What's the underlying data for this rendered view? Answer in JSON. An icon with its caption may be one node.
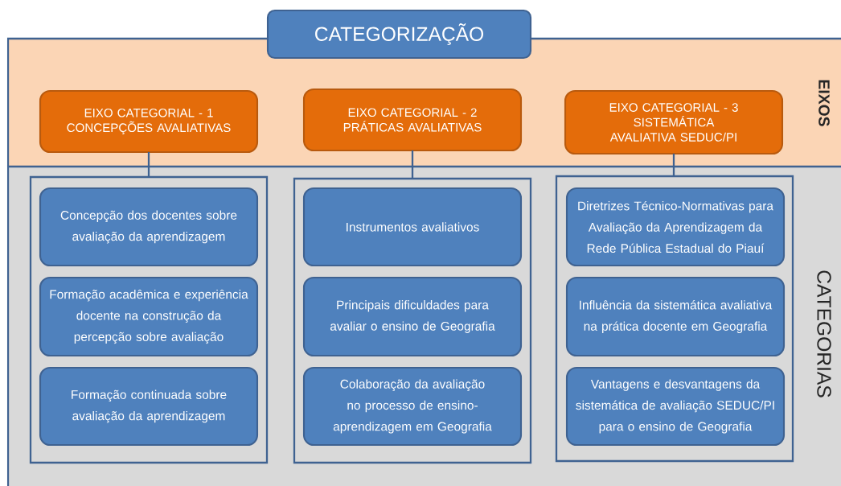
{
  "diagram": {
    "nodes": [
      {
        "text": [
          "CATEGORIZAÇÃO"
        ]
      },
      {
        "text": [
          "EIXOS"
        ]
      },
      {
        "text": [
          "EIXO CATEGORIAL - 1",
          "CONCEPÇÕES AVALIATIVAS"
        ],
        "in": 1
      },
      {
        "text": [
          "EIXO CATEGORIAL - 2",
          "PRÁTICAS AVALIATIVAS"
        ],
        "in": 1
      },
      {
        "text": [
          "EIXO CATEGORIAL - 3",
          "SISTEMÁTICA AVALIATIVA SEDUC/PI"
        ],
        "in": 1
      },
      {
        "text": [
          "CATEGORIAS"
        ]
      },
      {
        "text": [],
        "shape": "box",
        "in": 5
      },
      {
        "text": [
          "Concepção dos docentes sobre avaliação da aprendizagem"
        ],
        "in": 6
      },
      {
        "text": [
          "Formação acadêmica e experiência docente na construção da percepção sobre avaliação"
        ],
        "in": 6
      },
      {
        "text": [
          "Formação continuada sobre avaliação da aprendizagem"
        ],
        "in": 6
      },
      {
        "text": [],
        "shape": "box",
        "in": 5
      },
      {
        "text": [
          "Instrumentos avaliativos"
        ],
        "in": 10
      },
      {
        "text": [
          "Principais dificuldades para avaliar o ensino de Geografia"
        ],
        "in": 10
      },
      {
        "text": [
          "Colaboração da avaliação no processo de ensino-aprendizagem em Geografia"
        ],
        "in": 10
      },
      {
        "text": [],
        "shape": "box",
        "in": 5
      },
      {
        "text": [
          "Diretrizes Técnico-Normativas para Avaliação da Aprendizagem da Rede Pública Estadual do Piauí"
        ],
        "in": 14
      },
      {
        "text": [
          "Influência da sistemática avaliativa na prática docente em Geografia"
        ],
        "in": 14
      },
      {
        "text": [
          "Vantagens e desvantagens da sistemática de avaliação SEDUC/PI para o ensino de Geografia"
        ],
        "in": 14
      }
    ],
    "edges": [
      {
        "from": 2,
        "to": 6,
        "arrow": "none"
      },
      {
        "from": 3,
        "to": 10,
        "arrow": "none"
      },
      {
        "from": 4,
        "to": 14,
        "arrow": "none"
      }
    ]
  }
}
